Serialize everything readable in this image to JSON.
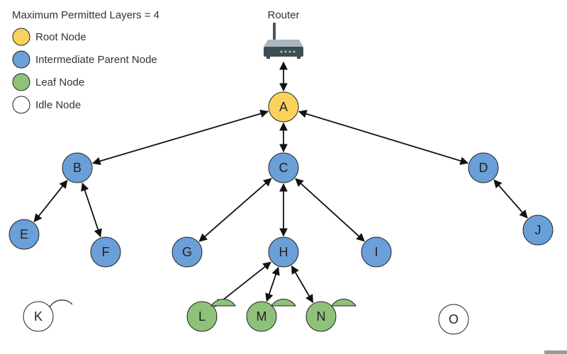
{
  "legend": {
    "title": "Maximum Permitted Layers = 4",
    "items": [
      {
        "key": "root",
        "label": "Root Node",
        "color": "#F9D25C"
      },
      {
        "key": "parent",
        "label": "Intermediate Parent Node",
        "color": "#6A9FD8"
      },
      {
        "key": "leaf",
        "label": "Leaf Node",
        "color": "#8EC27A"
      },
      {
        "key": "idle",
        "label": "Idle Node",
        "color": "#FFFFFF"
      }
    ]
  },
  "router": {
    "label": "Router"
  },
  "nodes": [
    {
      "id": "A",
      "label": "A",
      "type": "root"
    },
    {
      "id": "B",
      "label": "B",
      "type": "parent"
    },
    {
      "id": "C",
      "label": "C",
      "type": "parent"
    },
    {
      "id": "D",
      "label": "D",
      "type": "parent"
    },
    {
      "id": "E",
      "label": "E",
      "type": "parent"
    },
    {
      "id": "F",
      "label": "F",
      "type": "parent"
    },
    {
      "id": "G",
      "label": "G",
      "type": "parent"
    },
    {
      "id": "H",
      "label": "H",
      "type": "parent"
    },
    {
      "id": "I",
      "label": "I",
      "type": "parent"
    },
    {
      "id": "J",
      "label": "J",
      "type": "parent"
    },
    {
      "id": "K",
      "label": "K",
      "type": "idle"
    },
    {
      "id": "L",
      "label": "L",
      "type": "leaf"
    },
    {
      "id": "M",
      "label": "M",
      "type": "leaf"
    },
    {
      "id": "N",
      "label": "N",
      "type": "leaf"
    },
    {
      "id": "O",
      "label": "O",
      "type": "idle"
    }
  ],
  "edges": [
    [
      "Router",
      "A"
    ],
    [
      "A",
      "B"
    ],
    [
      "A",
      "C"
    ],
    [
      "A",
      "D"
    ],
    [
      "B",
      "E"
    ],
    [
      "B",
      "F"
    ],
    [
      "C",
      "G"
    ],
    [
      "C",
      "H"
    ],
    [
      "C",
      "I"
    ],
    [
      "D",
      "J"
    ],
    [
      "H",
      "L"
    ],
    [
      "H",
      "M"
    ],
    [
      "H",
      "N"
    ]
  ]
}
